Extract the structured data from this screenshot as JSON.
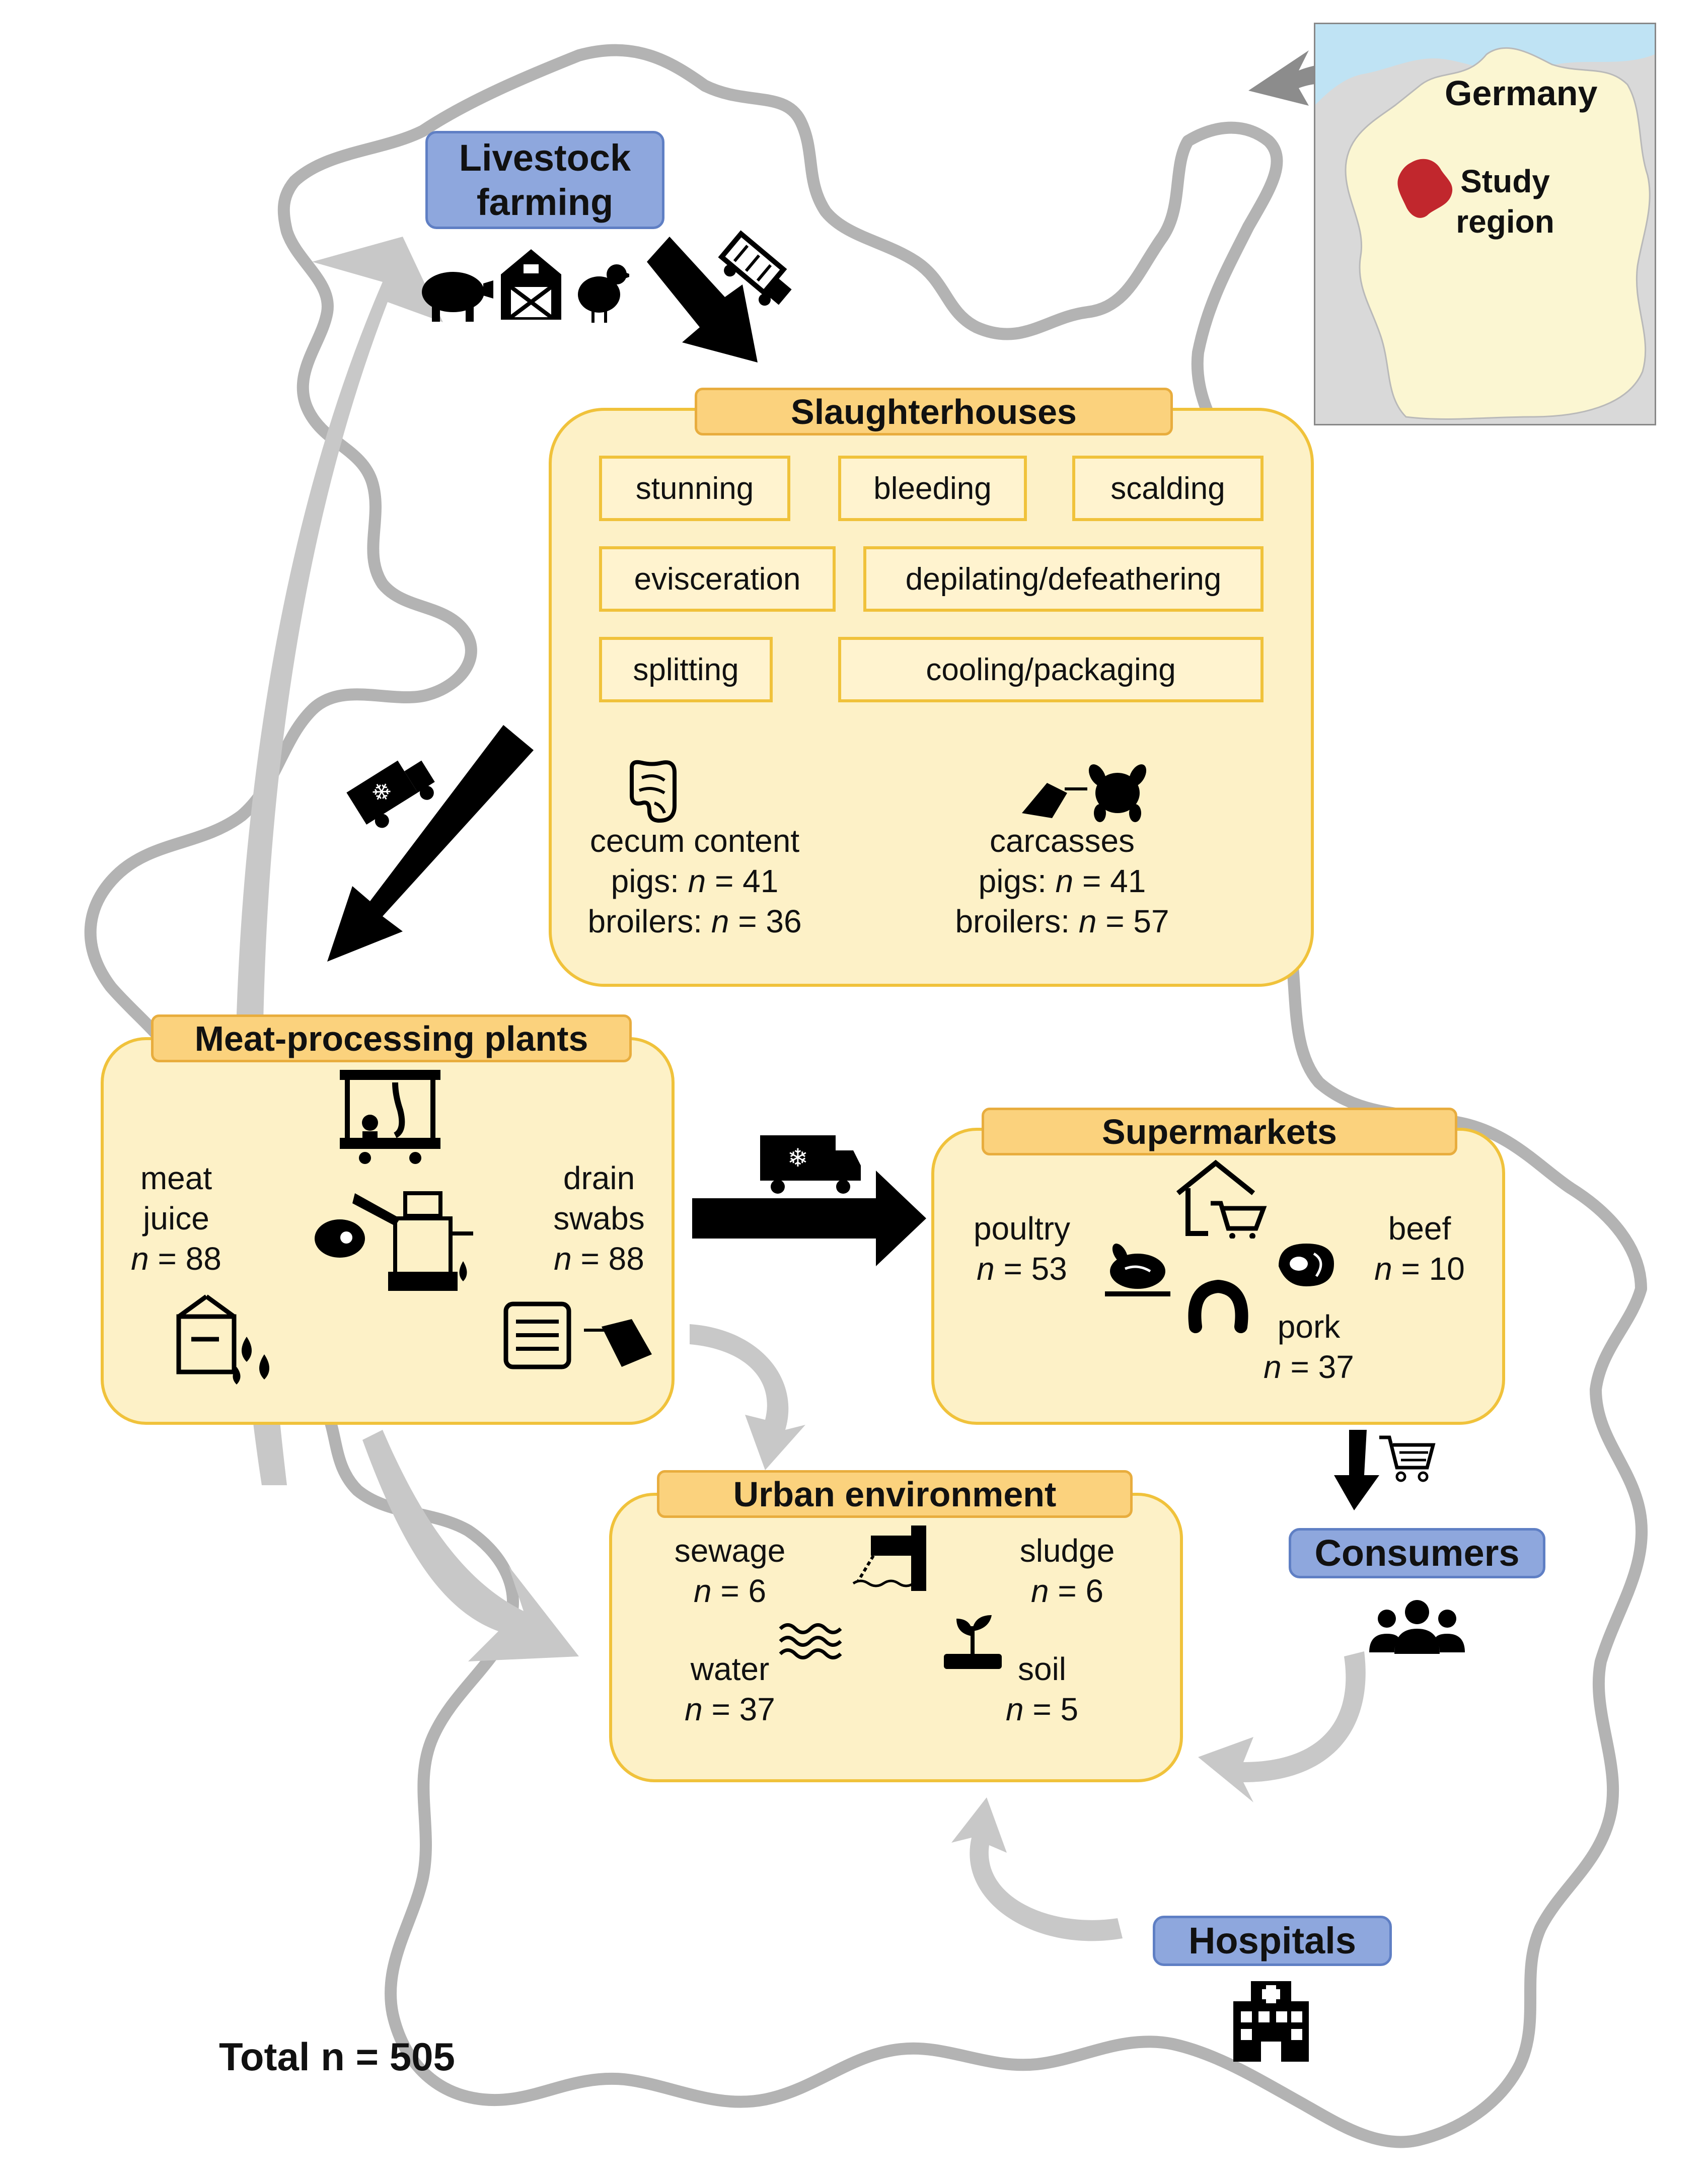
{
  "map": {
    "inset_country": "Germany",
    "inset_study_line1": "Study",
    "inset_study_line2": "region",
    "colors": {
      "outline": "#b3b3b3",
      "study_region": "#c1272d",
      "germany_fill": "#fbf6d2",
      "sea": "#bfe3f4",
      "neighbors": "#d9d9d9"
    }
  },
  "nodes": {
    "livestock": {
      "line1": "Livestock",
      "line2": "farming"
    },
    "slaughterhouses": {
      "title": "Slaughterhouses"
    },
    "meat_processing": {
      "title": "Meat-processing plants"
    },
    "supermarkets": {
      "title": "Supermarkets"
    },
    "urban": {
      "title": "Urban environment"
    },
    "consumers": {
      "title": "Consumers"
    },
    "hospitals": {
      "title": "Hospitals"
    }
  },
  "slaughter_steps": {
    "stunning": "stunning",
    "bleeding": "bleeding",
    "scalding": "scalding",
    "evisceration": "evisceration",
    "depilating": "depilating/defeathering",
    "splitting": "splitting",
    "cooling": "cooling/packaging"
  },
  "slaughter_samples": {
    "cecum": {
      "label": "cecum content",
      "pigs_prefix": "pigs: ",
      "pigs_n": "41",
      "broilers_prefix": "broilers: ",
      "broilers_n": "36"
    },
    "carcasses": {
      "label": "carcasses",
      "pigs_prefix": "pigs: ",
      "pigs_n": "41",
      "broilers_prefix": "broilers: ",
      "broilers_n": "57"
    }
  },
  "meat_samples": {
    "meat_juice": {
      "line1": "meat",
      "line2": "juice",
      "n": "88"
    },
    "drain_swabs": {
      "line1": "drain",
      "line2": "swabs",
      "n": "88"
    }
  },
  "supermarket_samples": {
    "poultry": {
      "label": "poultry",
      "n": "53"
    },
    "beef": {
      "label": "beef",
      "n": "10"
    },
    "pork": {
      "label": "pork",
      "n": "37"
    }
  },
  "urban_samples": {
    "sewage": {
      "label": "sewage",
      "n": "6"
    },
    "sludge": {
      "label": "sludge",
      "n": "6"
    },
    "water": {
      "label": "water",
      "n": "37"
    },
    "soil": {
      "label": "soil",
      "n": "5"
    }
  },
  "n_symbol": "n",
  "n_eq": " = ",
  "total": "Total n = 505"
}
